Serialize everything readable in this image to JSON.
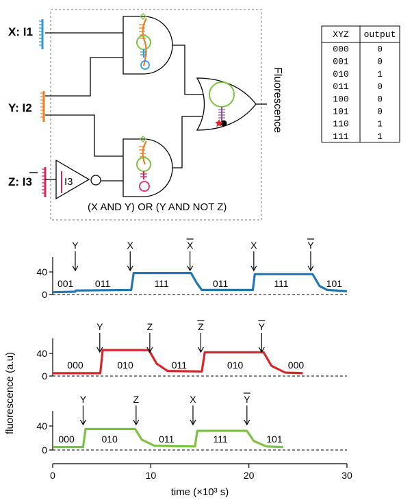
{
  "circuit": {
    "inputs": [
      {
        "var": "X",
        "strand": "I1",
        "color": "#2a9bd6"
      },
      {
        "var": "Y",
        "strand": "I2",
        "color": "#ef7d22"
      },
      {
        "var": "Z",
        "strand": "I3",
        "color": "#d6245c"
      }
    ],
    "z_bar_label": "Z: ",
    "z_bar_strand": "I3",
    "inverter_strand": "I3",
    "output_label": "Fluorescence",
    "expression": "(X AND Y) OR (Y AND NOT Z)"
  },
  "truth_table": {
    "headers": [
      "XYZ",
      "output"
    ],
    "rows": [
      [
        "000",
        "0"
      ],
      [
        "001",
        "0"
      ],
      [
        "010",
        "1"
      ],
      [
        "011",
        "0"
      ],
      [
        "100",
        "0"
      ],
      [
        "101",
        "0"
      ],
      [
        "110",
        "1"
      ],
      [
        "111",
        "1"
      ]
    ]
  },
  "plots": {
    "ylabel": "fluorescence (a.u)",
    "xlabel": "time (×10³ s)",
    "x_ticks": [
      "0",
      "10",
      "20",
      "30"
    ],
    "y_ticks": [
      "0",
      "40"
    ]
  },
  "chart_data": [
    {
      "type": "line",
      "color": "#1f77b4",
      "x_range": [
        0,
        30
      ],
      "y_range": [
        0,
        50
      ],
      "series": [
        {
          "x": [
            0,
            2.3,
            2.35,
            8.0,
            8.25,
            14.1,
            14.7,
            15.2,
            20.4,
            20.6,
            26.5,
            27.2,
            28.0,
            30.0
          ],
          "values": [
            4,
            5,
            7,
            8,
            38,
            38,
            20,
            8,
            8,
            36,
            36,
            15,
            8,
            6
          ]
        }
      ],
      "states": [
        {
          "label": "001",
          "x": 1.3
        },
        {
          "label": "011",
          "x": 5.1
        },
        {
          "label": "111",
          "x": 11.1
        },
        {
          "label": "011",
          "x": 17.1
        },
        {
          "label": "111",
          "x": 23.3
        },
        {
          "label": "101",
          "x": 28.7
        }
      ],
      "arrows": [
        {
          "label": "Y",
          "x": 2.3
        },
        {
          "label": "X",
          "x": 7.9
        },
        {
          "label": "X",
          "bar": true,
          "x": 14.0
        },
        {
          "label": "X",
          "x": 20.5
        },
        {
          "label": "Y",
          "bar": true,
          "x": 26.3
        }
      ]
    },
    {
      "type": "line",
      "color": "#d62728",
      "x_range": [
        0,
        30
      ],
      "y_range": [
        0,
        50
      ],
      "series": [
        {
          "x": [
            0,
            4.85,
            5.1,
            9.8,
            10.6,
            11.7,
            15.2,
            15.5,
            21.5,
            22.3,
            23.7,
            25.5
          ],
          "values": [
            5,
            5,
            46,
            46,
            22,
            9,
            8,
            42,
            42,
            18,
            6,
            5
          ]
        }
      ],
      "states": [
        {
          "label": "000",
          "x": 2.3
        },
        {
          "label": "010",
          "x": 7.4
        },
        {
          "label": "011",
          "x": 12.9
        },
        {
          "label": "010",
          "x": 18.6
        },
        {
          "label": "000",
          "x": 24.8
        }
      ],
      "arrows": [
        {
          "label": "Y",
          "x": 4.8
        },
        {
          "label": "Z",
          "x": 9.9
        },
        {
          "label": "Z",
          "bar": true,
          "x": 15.1
        },
        {
          "label": "Y",
          "bar": true,
          "x": 21.3
        }
      ]
    },
    {
      "type": "line",
      "color": "#7cc242",
      "x_range": [
        0,
        30
      ],
      "y_range": [
        0,
        50
      ],
      "series": [
        {
          "x": [
            0,
            3.1,
            3.35,
            8.4,
            9.1,
            10.4,
            14.5,
            14.75,
            19.8,
            20.5,
            21.8,
            23.5
          ],
          "values": [
            5,
            5,
            35,
            35,
            17,
            7,
            6,
            32,
            32,
            15,
            6,
            5
          ]
        }
      ],
      "states": [
        {
          "label": "000",
          "x": 1.4
        },
        {
          "label": "010",
          "x": 5.8
        },
        {
          "label": "011",
          "x": 11.6
        },
        {
          "label": "111",
          "x": 17.1
        },
        {
          "label": "101",
          "x": 22.6
        }
      ],
      "arrows": [
        {
          "label": "Y",
          "x": 3.1
        },
        {
          "label": "Z",
          "x": 8.5
        },
        {
          "label": "X",
          "x": 14.3
        },
        {
          "label": "Y",
          "bar": true,
          "x": 19.8
        }
      ]
    }
  ]
}
